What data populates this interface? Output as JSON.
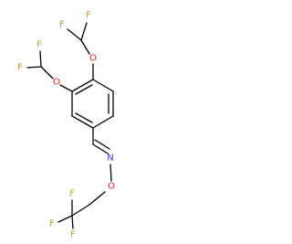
{
  "molecule": {
    "atoms": {
      "f1": "F",
      "f2": "F",
      "f3": "F",
      "f4": "F",
      "f5": "F",
      "f6": "F",
      "f7": "F",
      "o1": "O",
      "o2": "O",
      "o3": "O",
      "n1": "N"
    },
    "colors": {
      "fluorine": "#b3a133",
      "oxygen": "#e8231f",
      "nitrogen": "#3333e6",
      "carbon_bond": "#000000"
    }
  }
}
